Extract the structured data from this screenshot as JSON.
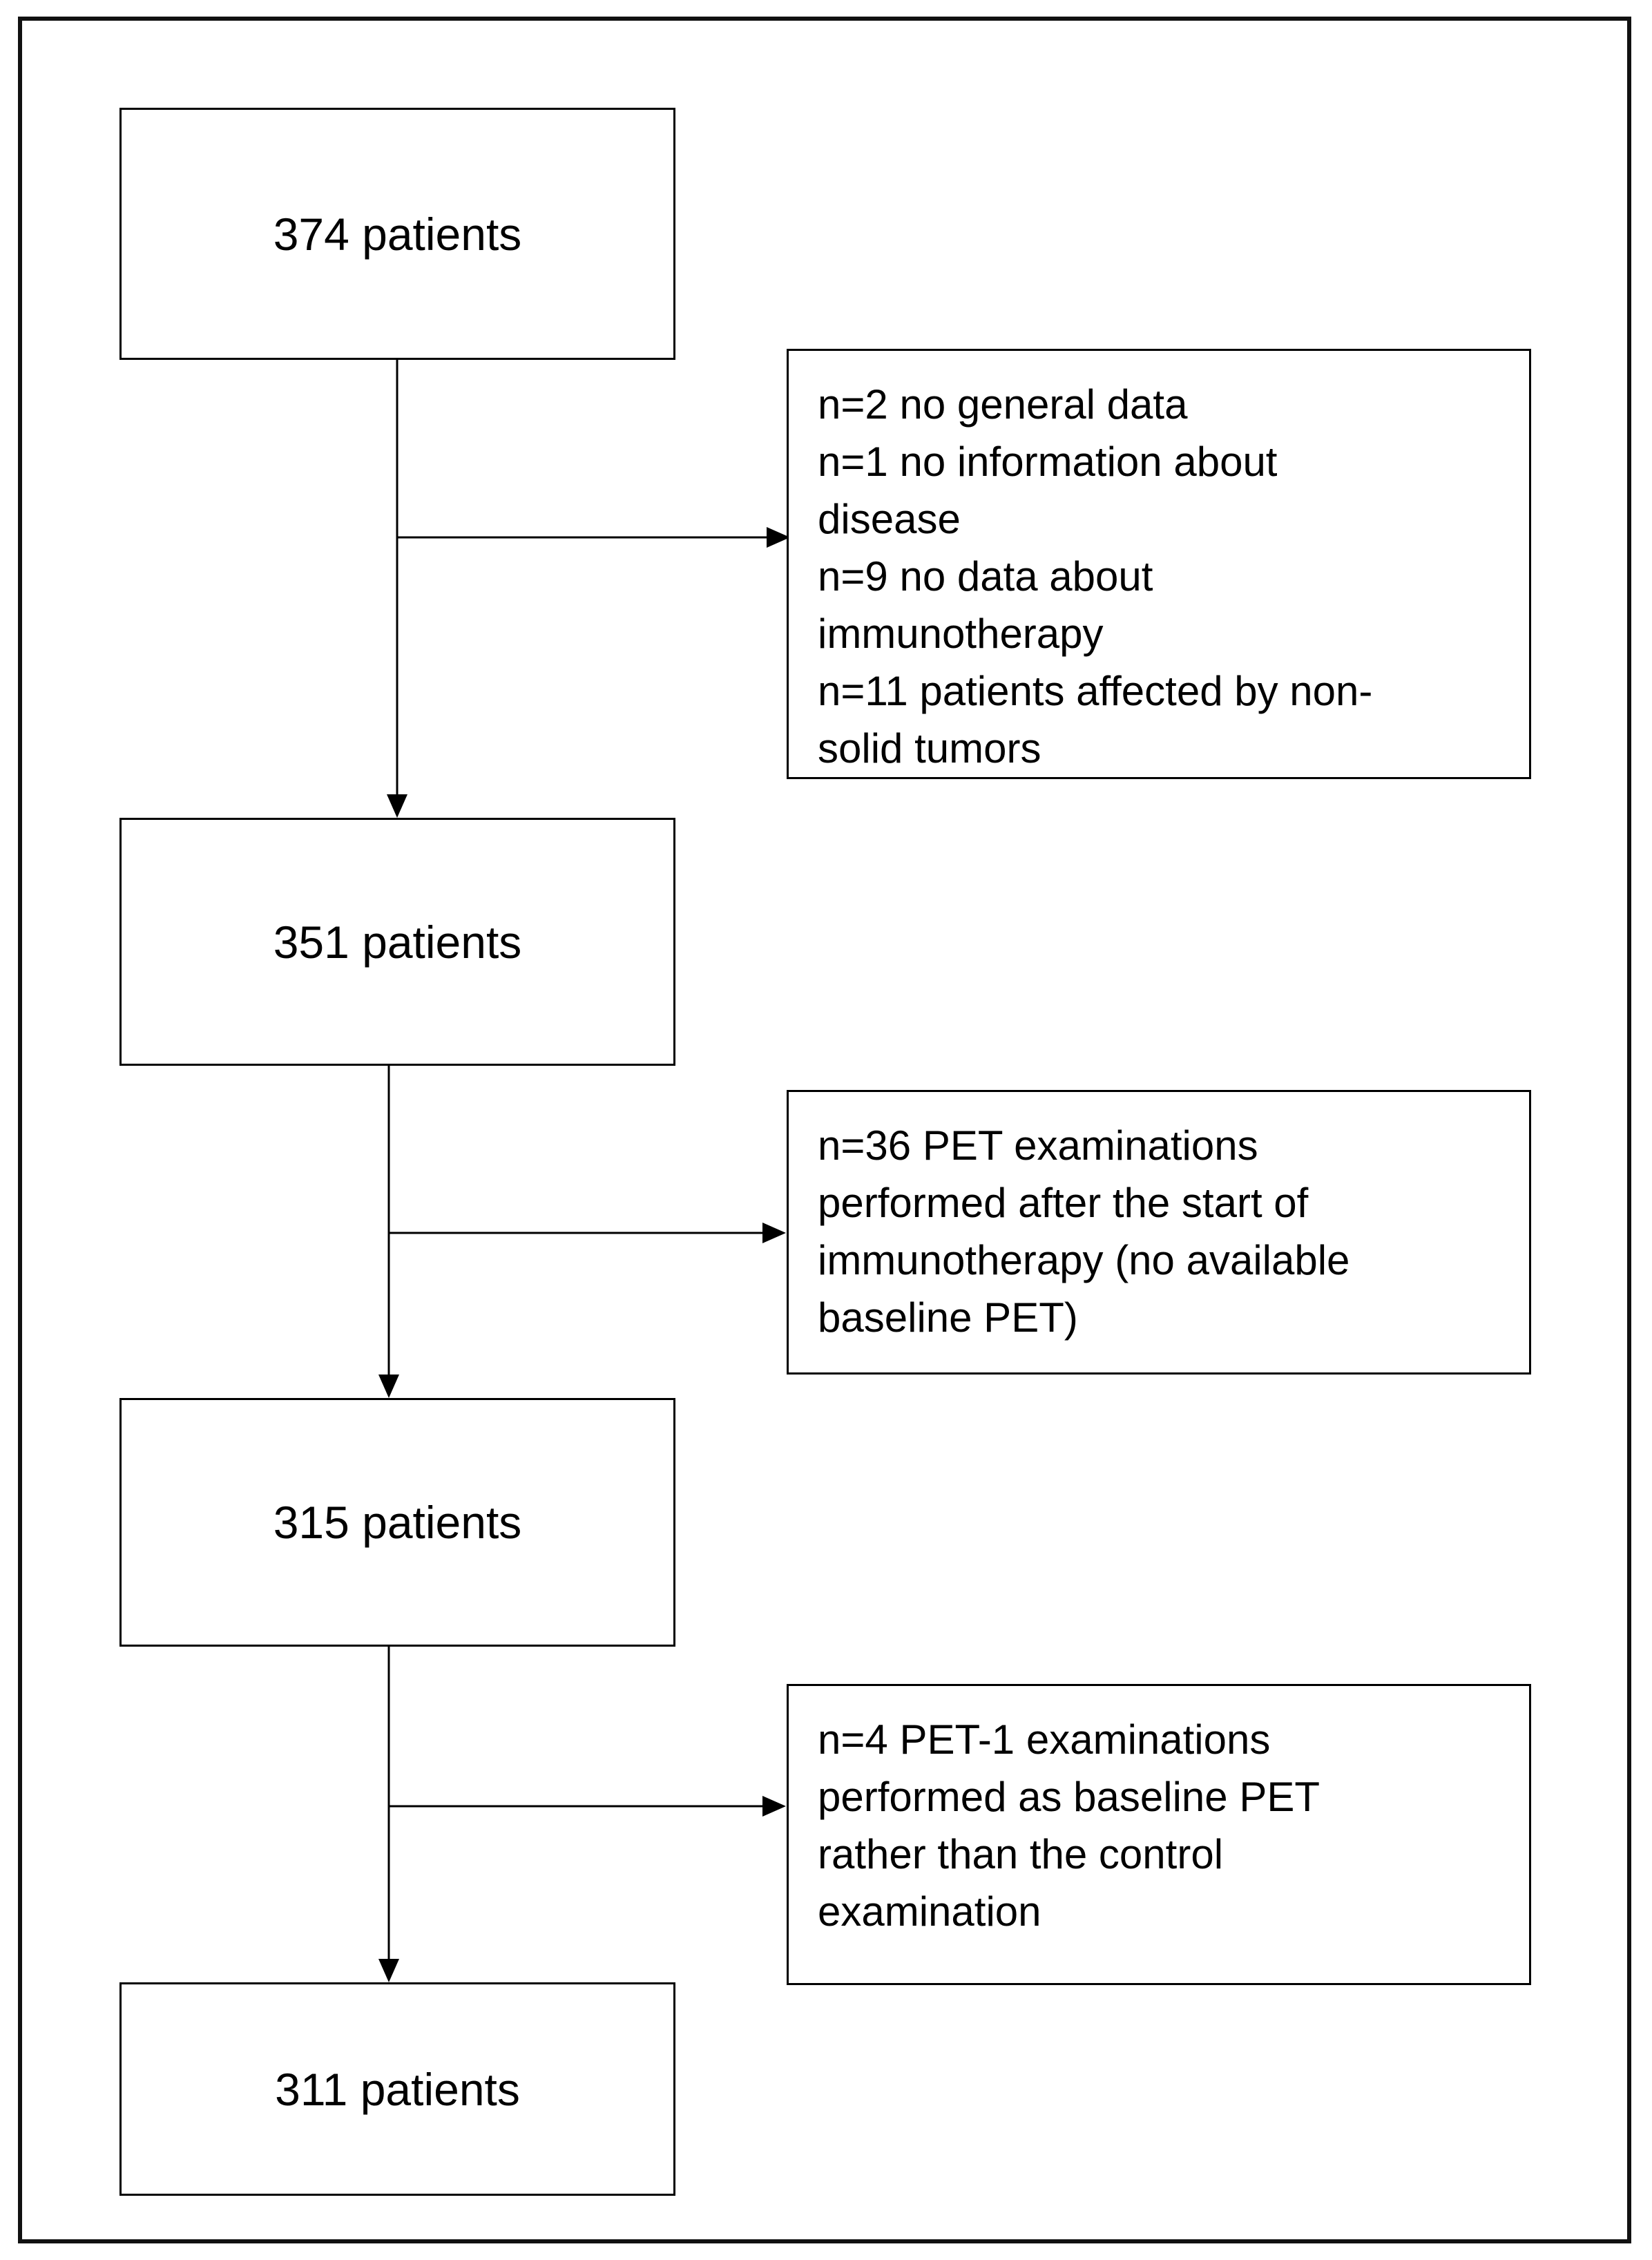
{
  "flowchart": {
    "stages": [
      {
        "label": "374 patients"
      },
      {
        "label": "351 patients"
      },
      {
        "label": "315 patients"
      },
      {
        "label": "311 patients"
      }
    ],
    "exclusions": [
      {
        "lines": [
          "n=2 no general data",
          "n=1 no information about",
          "disease",
          "n=9 no data about",
          "immunotherapy",
          "n=11 patients affected by non-",
          "solid tumors"
        ]
      },
      {
        "lines": [
          "n=36 PET examinations",
          "performed after the start of",
          "immunotherapy (no available",
          "baseline PET)"
        ]
      },
      {
        "lines": [
          "n=4 PET-1 examinations",
          "performed as baseline PET",
          "rather than the control",
          "examination"
        ]
      }
    ],
    "colors": {
      "line": "#000000",
      "border": "#111111",
      "background": "#ffffff"
    }
  }
}
